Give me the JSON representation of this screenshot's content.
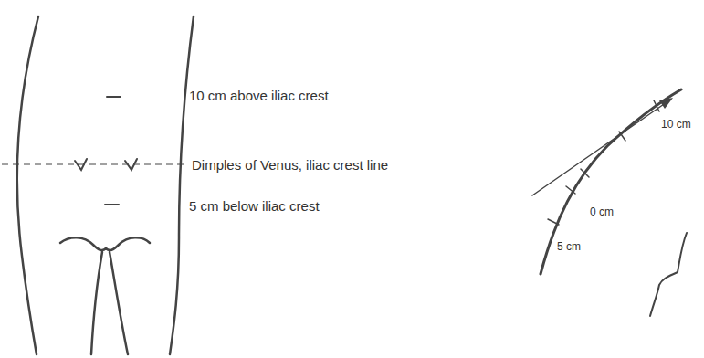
{
  "diagram": {
    "labels": [
      "10 cm above iliac crest",
      "Dimples of Venus, iliac crest line",
      "5 cm below iliac crest",
      "10 cm",
      "0 cm",
      "5 cm"
    ]
  }
}
